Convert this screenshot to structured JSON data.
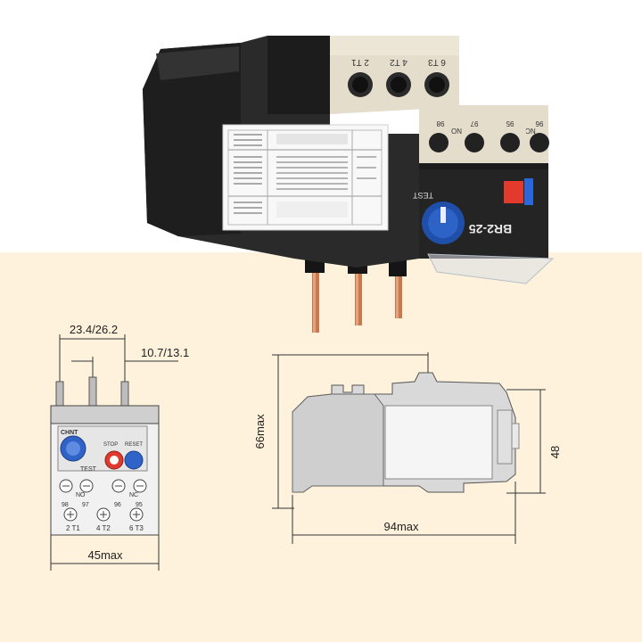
{
  "product": {
    "model": "BR2-25",
    "terminals_top": [
      "2 T1",
      "4 T2",
      "6 T3"
    ],
    "terminals_aux": [
      "98",
      "NO",
      "97",
      "95",
      "NC",
      "96"
    ],
    "test_label": "TEST"
  },
  "front_view": {
    "brand": "CHNT",
    "stop_label": "STOP",
    "reset_label": "RESET",
    "test_label": "TEST",
    "no_label": "NO",
    "nc_label": "NC",
    "aux_numbers": [
      "98",
      "97",
      "96",
      "95"
    ],
    "terminal_labels": [
      "2 T1",
      "4 T2",
      "6 T3"
    ],
    "dim_pitch": "23.4/26.2",
    "dim_spacing": "10.7/13.1",
    "dim_width": "45max"
  },
  "side_view": {
    "dim_height_total": "66max",
    "dim_height_body": "48",
    "dim_depth": "94max"
  }
}
